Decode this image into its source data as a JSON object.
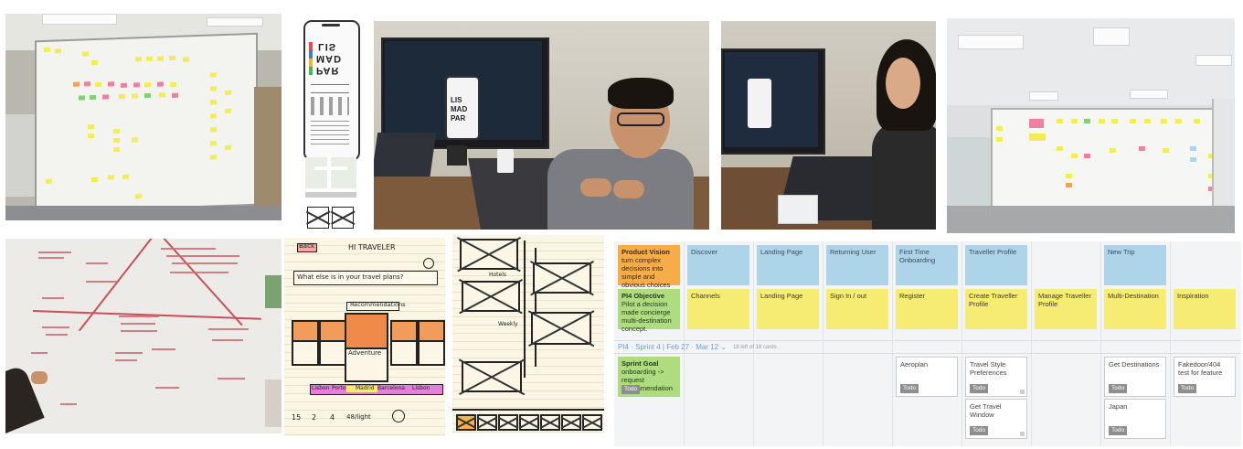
{
  "phone_wireframe": {
    "city_codes": [
      "LIS",
      "MAD",
      "PAR"
    ]
  },
  "monitor_phone": {
    "city_codes": [
      "LIS",
      "MAD",
      "PAR"
    ]
  },
  "sketch_app": {
    "header": "HI TRAVELER",
    "back_label": "Back",
    "prompt": "What else is in your travel plans?",
    "section_label": "Recommendations",
    "hero_label": "Adventure",
    "timeline": [
      "Lisbon",
      "Porto",
      "Madrid",
      "Barcelona",
      "Lisbon"
    ],
    "stats": [
      "15",
      "2",
      "4",
      "48/light"
    ]
  },
  "sketch_flow": {
    "labels": [
      "Hotels",
      "Weekly"
    ]
  },
  "story_map": {
    "colors": {
      "blue": "#aed4ea",
      "yellow": "#f6ec73",
      "orange": "#f7ac4a",
      "green": "#aedc7f"
    },
    "vision": {
      "title": "Product Vision",
      "text": "turn complex decisions into simple and obvious choices"
    },
    "objective": {
      "title": "PI4 Objective",
      "text": "Pilot a decision made concierge multi-destination concept."
    },
    "activities": [
      "Discover",
      "Landing Page",
      "Returning User",
      "First Time Onboarding",
      "Traveller Profile",
      "New Trip"
    ],
    "features": [
      "Channels",
      "Landing Page",
      "Sign In / out",
      "Register",
      "Create Traveller Profile",
      "Manage Traveller Profile",
      "Multi-Destination",
      "Inspiration"
    ],
    "sprint": {
      "label": "PI4 · Sprint 4 | Feb 27 · Mar 12",
      "count": "18 left of 18 cards"
    },
    "goal": {
      "title": "Sprint Goal",
      "text": "onboarding -> request recommendation",
      "status": "Todo"
    },
    "stories": [
      {
        "text": "Aeroplan",
        "status": "Todo"
      },
      {
        "text": "Travel Style Preferences",
        "status": "Todo"
      },
      {
        "text": "Get Travel Window",
        "status": "Todo"
      },
      {
        "text": "Get Destinations",
        "status": "Todo"
      },
      {
        "text": "Japan",
        "status": "Todo"
      },
      {
        "text": "Fakedoor/404 test for feature",
        "status": "Todo"
      }
    ]
  }
}
